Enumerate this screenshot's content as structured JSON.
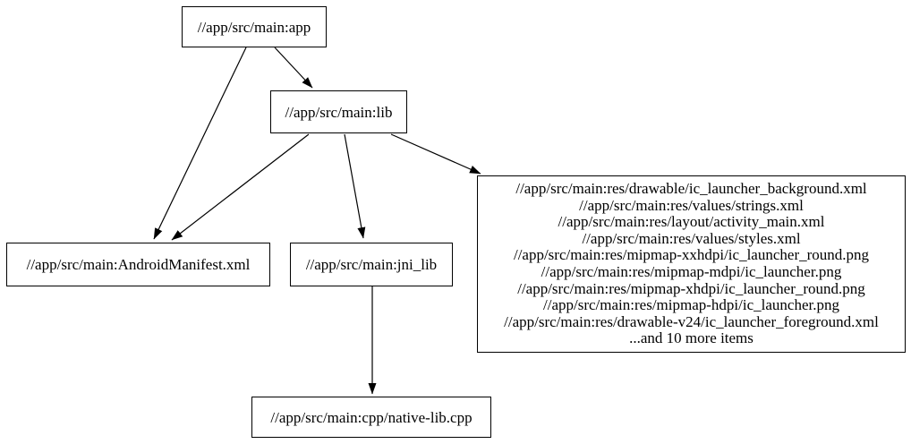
{
  "diagram": {
    "type": "dependency-graph",
    "description": "Build target dependency graph",
    "colors": {
      "background": "#ffffff",
      "node_fill": "#ffffff",
      "node_border": "#000000",
      "edge": "#000000",
      "text": "#000000"
    },
    "nodes": {
      "app": {
        "label": "//app/src/main:app"
      },
      "lib": {
        "label": "//app/src/main:lib"
      },
      "android_manifest": {
        "label": "//app/src/main:AndroidManifest.xml"
      },
      "jni_lib": {
        "label": "//app/src/main:jni_lib"
      },
      "res_files": {
        "lines": [
          "//app/src/main:res/drawable/ic_launcher_background.xml",
          "//app/src/main:res/values/strings.xml",
          "//app/src/main:res/layout/activity_main.xml",
          "//app/src/main:res/values/styles.xml",
          "//app/src/main:res/mipmap-xxhdpi/ic_launcher_round.png",
          "//app/src/main:res/mipmap-mdpi/ic_launcher.png",
          "//app/src/main:res/mipmap-xhdpi/ic_launcher_round.png",
          "//app/src/main:res/mipmap-hdpi/ic_launcher.png",
          "//app/src/main:res/drawable-v24/ic_launcher_foreground.xml",
          "...and 10 more items"
        ]
      },
      "native_lib_cpp": {
        "label": "//app/src/main:cpp/native-lib.cpp"
      }
    },
    "edges": [
      {
        "from": "app",
        "to": "lib"
      },
      {
        "from": "app",
        "to": "android_manifest"
      },
      {
        "from": "lib",
        "to": "android_manifest"
      },
      {
        "from": "lib",
        "to": "jni_lib"
      },
      {
        "from": "lib",
        "to": "res_files"
      },
      {
        "from": "jni_lib",
        "to": "native_lib_cpp"
      }
    ]
  }
}
